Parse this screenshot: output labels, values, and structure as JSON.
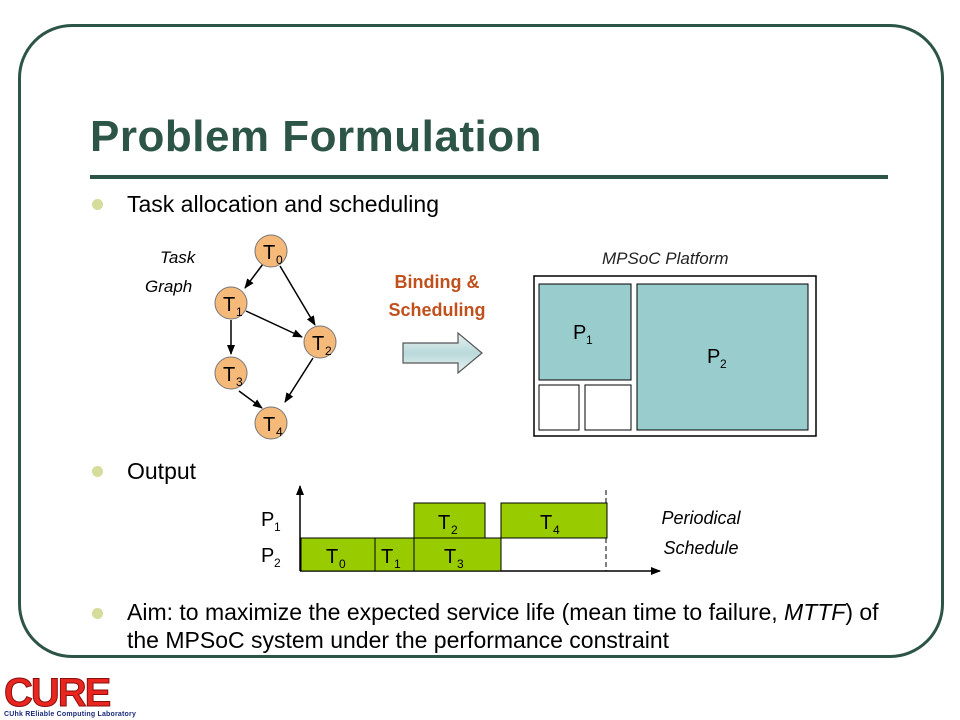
{
  "slide": {
    "title": "Problem Formulation",
    "bullets": [
      "Task allocation and scheduling",
      "Output",
      "Aim: to maximize the expected service life (mean time to failure, ",
      "MTTF",
      ") of the MPSoC system under the performance constraint"
    ]
  },
  "task_graph": {
    "label_line1": "Task",
    "label_line2": "Graph",
    "nodes": [
      {
        "id": "T0",
        "base": "T",
        "sub": "0"
      },
      {
        "id": "T1",
        "base": "T",
        "sub": "1"
      },
      {
        "id": "T2",
        "base": "T",
        "sub": "2"
      },
      {
        "id": "T3",
        "base": "T",
        "sub": "3"
      },
      {
        "id": "T4",
        "base": "T",
        "sub": "4"
      }
    ],
    "edges": [
      [
        "T0",
        "T1"
      ],
      [
        "T0",
        "T2"
      ],
      [
        "T1",
        "T2"
      ],
      [
        "T1",
        "T3"
      ],
      [
        "T3",
        "T4"
      ],
      [
        "T2",
        "T4"
      ]
    ],
    "node_color": "#f5b97a"
  },
  "binding": {
    "line1": "Binding &",
    "line2": "Scheduling"
  },
  "platform": {
    "label": "MPSoC Platform",
    "processors": [
      {
        "base": "P",
        "sub": "1"
      },
      {
        "base": "P",
        "sub": "2"
      }
    ],
    "processor_color": "#99cccc"
  },
  "schedule": {
    "rows": [
      {
        "base": "P",
        "sub": "1"
      },
      {
        "base": "P",
        "sub": "2"
      }
    ],
    "tasks": [
      {
        "base": "T",
        "sub": "0",
        "row": "P2"
      },
      {
        "base": "T",
        "sub": "1",
        "row": "P2"
      },
      {
        "base": "T",
        "sub": "2",
        "row": "P1"
      },
      {
        "base": "T",
        "sub": "3",
        "row": "P2"
      },
      {
        "base": "T",
        "sub": "4",
        "row": "P1"
      }
    ],
    "label_line1": "Periodical",
    "label_line2": "Schedule",
    "block_color": "#99cc00"
  },
  "footer": {
    "logo_text": "CURE",
    "subtitle": "CUhk REliable Computing Laboratory"
  }
}
